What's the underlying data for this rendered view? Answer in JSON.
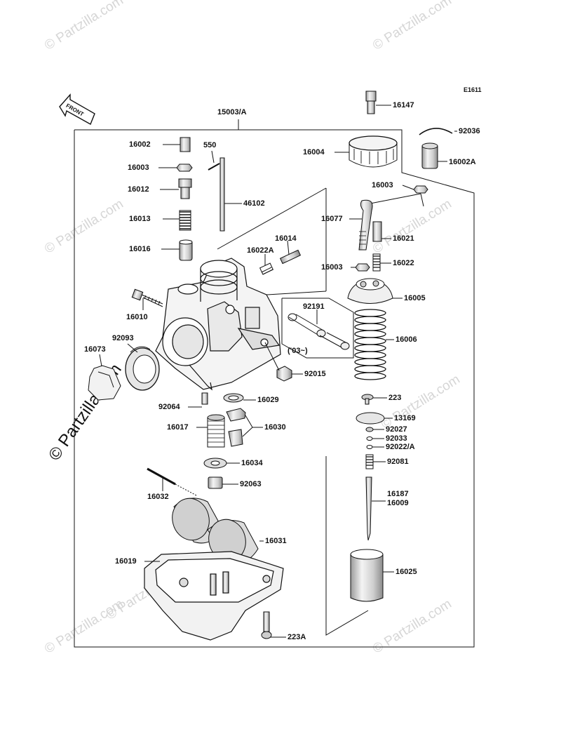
{
  "diagram_code": "E1611",
  "front_label": "FRONT",
  "assembly_label": "15003/A",
  "year_note": "('03~)",
  "watermark": "© Partzilla.com",
  "watermark_big": "© Partzilla.com",
  "colors": {
    "line": "#111111",
    "watermark": "#d6d6d6",
    "part_fill": "#f2f2f2",
    "part_shade": "#cfcfcf"
  },
  "labels": {
    "p16147": "16147",
    "p92036": "92036",
    "p16002A": "16002A",
    "p16002": "16002",
    "p550": "550",
    "p16004": "16004",
    "p16003a": "16003",
    "p16012": "16012",
    "p16003b": "16003",
    "p46102": "46102",
    "p16077": "16077",
    "p16021": "16021",
    "p16013": "16013",
    "p16014": "16014",
    "p16022A": "16022A",
    "p16016": "16016",
    "p16003c": "16003",
    "p16022": "16022",
    "p16005": "16005",
    "p16010": "16010",
    "p92191": "92191",
    "p92093": "92093",
    "p16006": "16006",
    "p16073": "16073",
    "p92015": "92015",
    "p223": "223",
    "p16029": "16029",
    "p92064": "92064",
    "p13169": "13169",
    "p16017": "16017",
    "p16030": "16030",
    "p92027": "92027",
    "p92033": "92033",
    "p92022A": "92022/A",
    "p92081": "92081",
    "p16034": "16034",
    "p92063": "92063",
    "p16187": "16187",
    "p16009": "16009",
    "p16032": "16032",
    "p16031": "16031",
    "p16019": "16019",
    "p16025": "16025",
    "p223A": "223A"
  }
}
